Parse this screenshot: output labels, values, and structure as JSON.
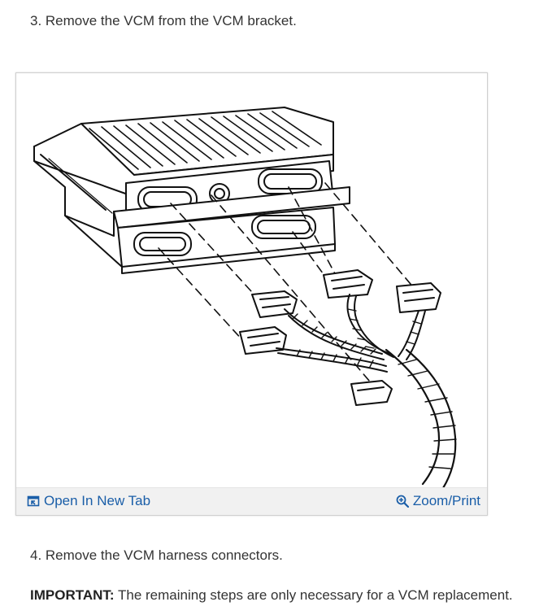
{
  "steps": {
    "step3": "3. Remove the VCM from the VCM bracket.",
    "step4": "4. Remove the VCM harness connectors."
  },
  "important": {
    "label": "IMPORTANT:",
    "text": " The remaining steps are only necessary for a VCM replacement."
  },
  "figure": {
    "open_tab_label": "Open In New Tab",
    "zoom_print_label": "Zoom/Print",
    "open_tab_icon": "open-in-new-tab-icon",
    "zoom_icon": "zoom-in-icon",
    "link_color": "#1a5ea8"
  }
}
